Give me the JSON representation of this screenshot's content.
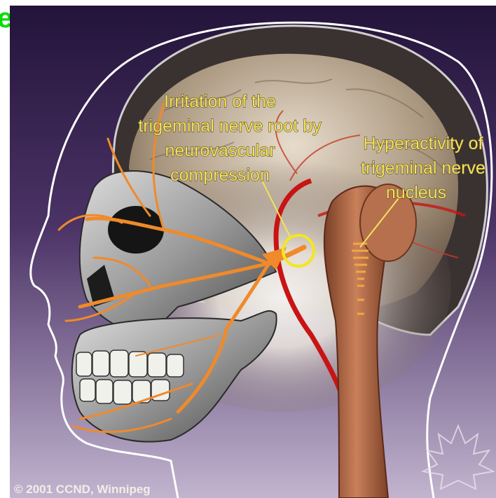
{
  "corner_glyph": "e",
  "labels": {
    "root_line1": "Irritation of the",
    "root_line2": "trigeminal nerve root by",
    "root_line3": "neurovascular",
    "root_line4": "compression",
    "nucleus_line1": "Hyperactivity of",
    "nucleus_line2": "trigeminal nerve",
    "nucleus_line3": "nucleus"
  },
  "copyright": "© 2001 CCND, Winnipeg",
  "colors": {
    "background_top": "#2a1a40",
    "background_bottom": "#b9a8c9",
    "nerve": "#f08a2a",
    "artery": "#c81414",
    "label_text": "#f3e35a",
    "highlight_circle": "#f3e620"
  }
}
